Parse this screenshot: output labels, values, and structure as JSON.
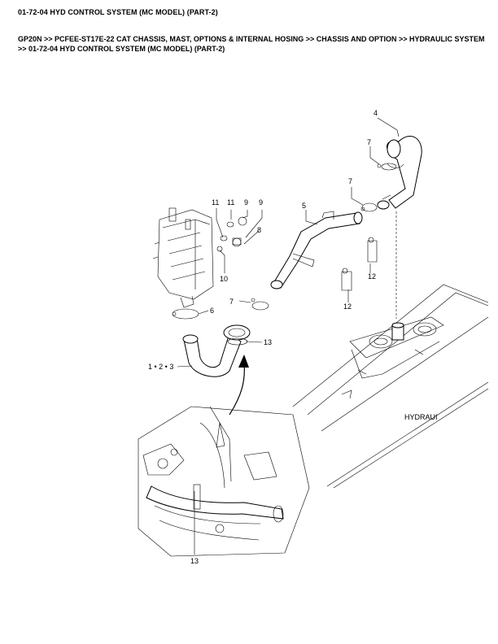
{
  "header": {
    "title": "01-72-04 HYD CONTROL SYSTEM (MC MODEL) (PART-2)",
    "breadcrumb": [
      "GP20N",
      "PCFEE-ST17E-22 CAT CHASSIS, MAST, OPTIONS & INTERNAL HOSING",
      "CHASSIS AND OPTION",
      "HYDRAULIC SYSTEM",
      "01-72-04 HYD CONTROL SYSTEM (MC MODEL) (PART-2)"
    ],
    "separator": ">>"
  },
  "diagram": {
    "callouts": {
      "c4": "4",
      "c7a": "7",
      "c7b": "7",
      "c7c": "7",
      "c5": "5",
      "c11a": "11",
      "c11b": "11",
      "c9a": "9",
      "c9b": "9",
      "c8": "8",
      "c10": "10",
      "c12a": "12",
      "c12b": "12",
      "c6": "6",
      "c13a": "13",
      "c13b": "13",
      "c123": "1 • 2 • 3"
    },
    "tank_label": "HYDRAUI"
  }
}
